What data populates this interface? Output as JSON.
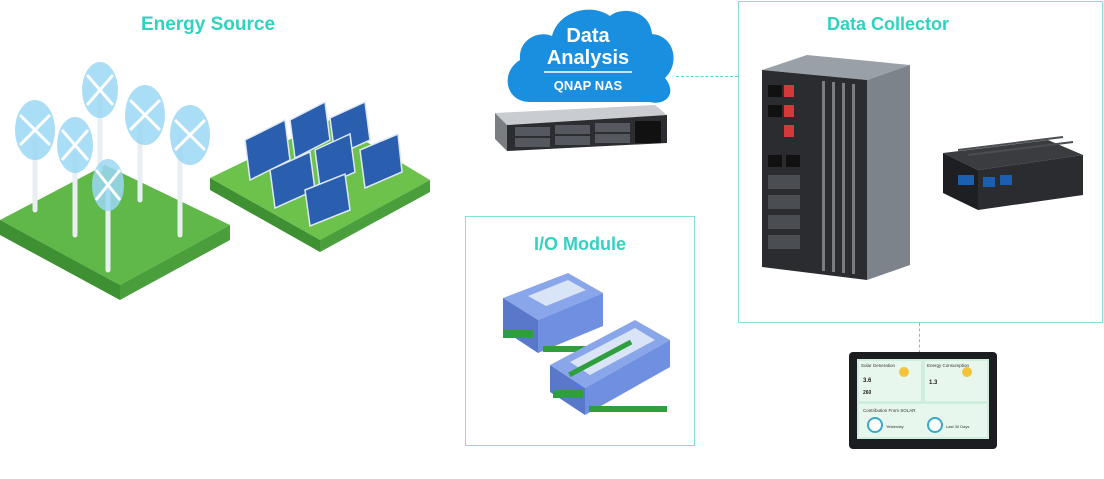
{
  "sections": {
    "energy_source": {
      "title": "Energy Source"
    },
    "data_analysis": {
      "title_line1": "Data",
      "title_line2": "Analysis",
      "subtitle": "QNAP NAS"
    },
    "io_module": {
      "title": "I/O Module"
    },
    "data_collector": {
      "title": "Data Collector"
    }
  },
  "panel_display": {
    "left_header": "Solar Generation",
    "right_header": "Energy Consumption",
    "left_value": "3.6",
    "left_value2": "260",
    "right_value": "1.3",
    "bottom_header": "Contribution From SOLAR",
    "bottom_left": "Yesterday",
    "bottom_right": "Last 30 Days"
  },
  "colors": {
    "accent": "#2fd3c0",
    "cloud": "#1a8fe0",
    "grass": "#6cc24a",
    "panel": "#2a5fb0",
    "module": "#6f8fe0"
  }
}
